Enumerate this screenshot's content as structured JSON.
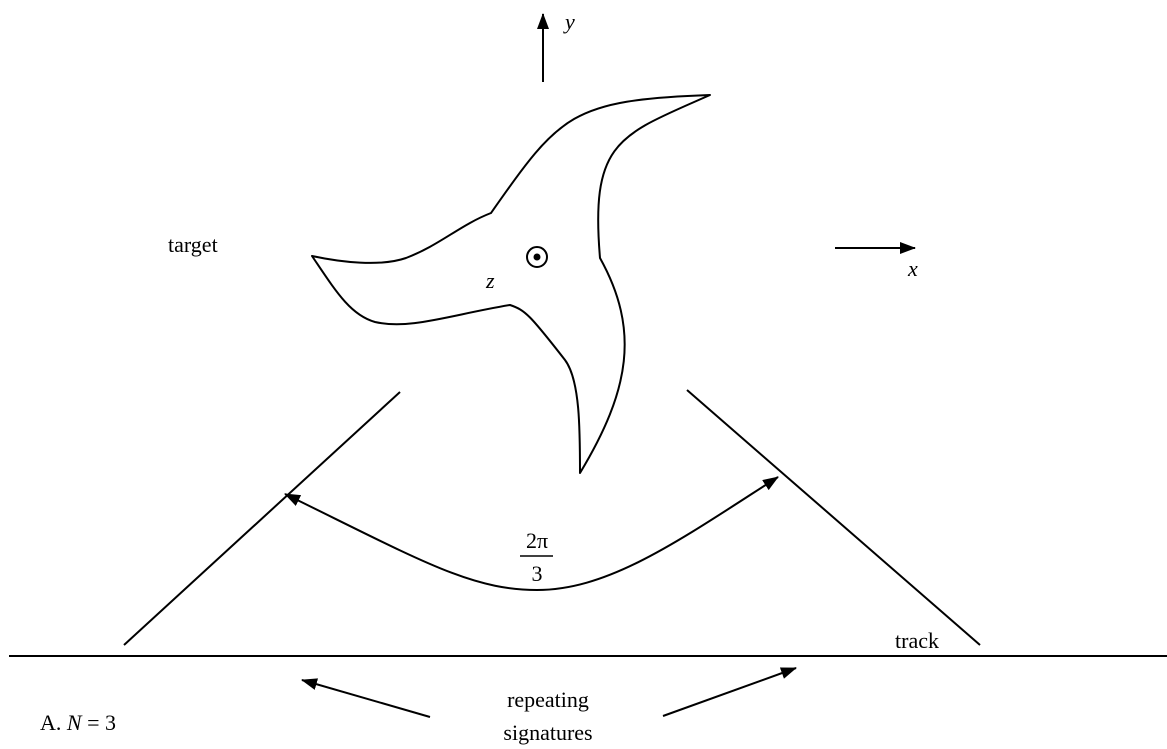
{
  "labels": {
    "y_axis": "y",
    "x_axis": "x",
    "z_axis": "z",
    "target": "target",
    "angle_numerator": "2π",
    "angle_denominator": "3",
    "track": "track",
    "repeating_line1": "repeating",
    "repeating_line2": "signatures"
  },
  "caption": {
    "prefix": "A. ",
    "variable": "N",
    "suffix": " = 3"
  },
  "colors": {
    "stroke": "#000000",
    "background": "#ffffff"
  }
}
